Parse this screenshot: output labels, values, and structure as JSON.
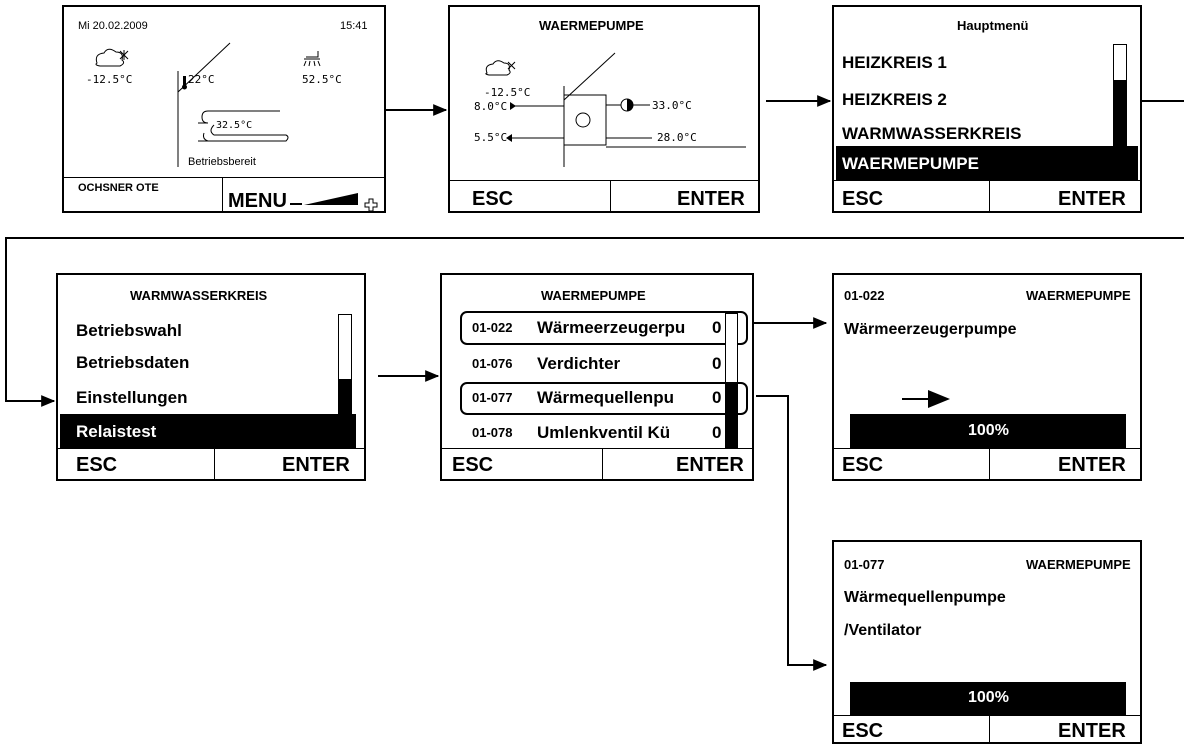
{
  "screen1": {
    "date": "Mi 20.02.2009",
    "time": "15:41",
    "outside_temp": "-12.5°C",
    "room_temp": "22°C",
    "hotwater_temp": "52.5°C",
    "floor_temp": "32.5°C",
    "status": "Betriebsbereit",
    "brand": "OCHSNER OTE",
    "menu_label": "MENU"
  },
  "screen2": {
    "title": "WAERMEPUMPE",
    "outside_temp": "-12.5°C",
    "src_in": "8.0°C",
    "src_out": "5.5°C",
    "flow": "33.0°C",
    "return": "28.0°C",
    "esc": "ESC",
    "enter": "ENTER"
  },
  "screen3": {
    "title": "Hauptmenü",
    "items": [
      "HEIZKREIS 1",
      "HEIZKREIS 2",
      "WARMWASSERKREIS",
      "WAERMEPUMPE"
    ],
    "esc": "ESC",
    "enter": "ENTER"
  },
  "screen4": {
    "title": "WARMWASSERKREIS",
    "items": [
      "Betriebswahl",
      "Betriebsdaten",
      "Einstellungen",
      "Relaistest"
    ],
    "esc": "ESC",
    "enter": "ENTER"
  },
  "screen5": {
    "title": "WAERMEPUMPE",
    "rows": [
      {
        "code": "01-022",
        "name": "Wärmeerzeugerpu",
        "value": "0"
      },
      {
        "code": "01-076",
        "name": "Verdichter",
        "value": "0"
      },
      {
        "code": "01-077",
        "name": "Wärmequellenpu",
        "value": "0"
      },
      {
        "code": "01-078",
        "name": "Umlenkventil Kü",
        "value": "0"
      }
    ],
    "esc": "ESC",
    "enter": "ENTER"
  },
  "screen6": {
    "code": "01-022",
    "title": "WAERMEPUMPE",
    "name": "Wärmeerzeugerpumpe",
    "percent": "100%",
    "esc": "ESC",
    "enter": "ENTER"
  },
  "screen7": {
    "code": "01-077",
    "title": "WAERMEPUMPE",
    "name_line1": "Wärmequellenpumpe",
    "name_line2": "/Ventilator",
    "percent": "100%",
    "esc": "ESC",
    "enter": "ENTER"
  }
}
